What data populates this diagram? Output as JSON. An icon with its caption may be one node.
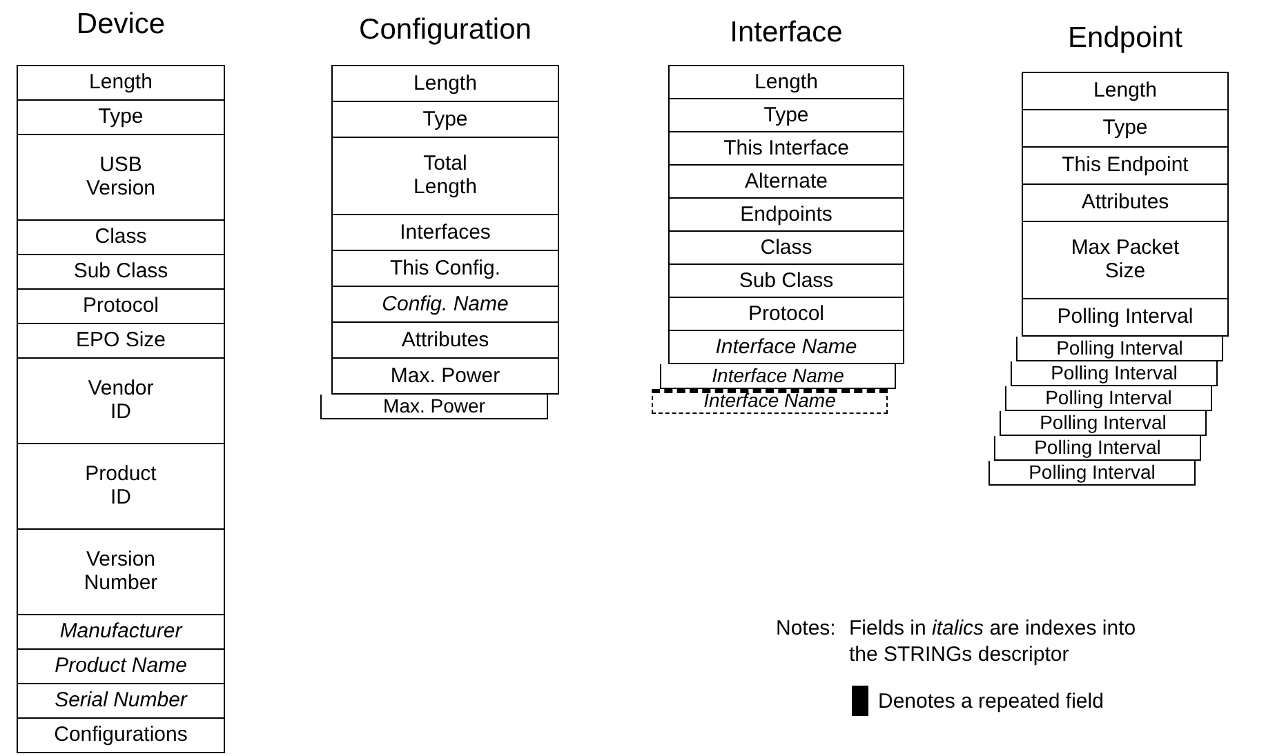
{
  "diagram": {
    "nodes": [
      {
        "text": [
          "Device"
        ]
      },
      {
        "text": [
          "Length"
        ],
        "in": 0
      },
      {
        "text": [
          "Type"
        ],
        "in": 0
      },
      {
        "text": [
          "USB Version"
        ],
        "in": 0
      },
      {
        "text": [
          "Class"
        ],
        "in": 0
      },
      {
        "text": [
          "Sub Class"
        ],
        "in": 0
      },
      {
        "text": [
          "Protocol"
        ],
        "in": 0
      },
      {
        "text": [
          "EPO Size"
        ],
        "in": 0
      },
      {
        "text": [
          "Vendor ID"
        ],
        "in": 0
      },
      {
        "text": [
          "Product ID"
        ],
        "in": 0
      },
      {
        "text": [
          "Version Number"
        ],
        "in": 0
      },
      {
        "text": [
          "Manufacturer"
        ],
        "in": 0
      },
      {
        "text": [
          "Product Name"
        ],
        "in": 0
      },
      {
        "text": [
          "Serial Number"
        ],
        "in": 0
      },
      {
        "text": [
          "Configurations"
        ],
        "in": 0
      },
      {
        "text": [
          "Configuration"
        ]
      },
      {
        "text": [
          "Length"
        ],
        "in": 15
      },
      {
        "text": [
          "Type"
        ],
        "in": 15
      },
      {
        "text": [
          "Total Length"
        ],
        "in": 15
      },
      {
        "text": [
          "Interfaces"
        ],
        "in": 15
      },
      {
        "text": [
          "This Config."
        ],
        "in": 15
      },
      {
        "text": [
          "Config. Name"
        ],
        "in": 15
      },
      {
        "text": [
          "Attributes"
        ],
        "in": 15
      },
      {
        "text": [
          "Max. Power"
        ],
        "in": 15
      },
      {
        "text": [
          "Max. Power"
        ]
      },
      {
        "text": [
          "Interface"
        ]
      },
      {
        "text": [
          "Length"
        ],
        "in": 25
      },
      {
        "text": [
          "Type"
        ],
        "in": 25
      },
      {
        "text": [
          "This Interface"
        ],
        "in": 25
      },
      {
        "text": [
          "Alternate"
        ],
        "in": 25
      },
      {
        "text": [
          "Endpoints"
        ],
        "in": 25
      },
      {
        "text": [
          "Class"
        ],
        "in": 25
      },
      {
        "text": [
          "Sub Class"
        ],
        "in": 25
      },
      {
        "text": [
          "Protocol"
        ],
        "in": 25
      },
      {
        "text": [
          "Interface Name"
        ],
        "in": 25
      },
      {
        "text": [
          "Interface Name"
        ]
      },
      {
        "text": [
          "Interface Name"
        ]
      },
      {
        "text": [
          "Endpoint"
        ]
      },
      {
        "text": [
          "Length"
        ],
        "in": 37
      },
      {
        "text": [
          "Type"
        ],
        "in": 37
      },
      {
        "text": [
          "This Endpoint"
        ],
        "in": 37
      },
      {
        "text": [
          "Attributes"
        ],
        "in": 37
      },
      {
        "text": [
          "Max Packet Size"
        ],
        "in": 37
      },
      {
        "text": [
          "Polling Interval"
        ],
        "in": 37
      },
      {
        "text": [
          "Polling Interval"
        ]
      },
      {
        "text": [
          "Polling Interval"
        ]
      },
      {
        "text": [
          "Polling Interval"
        ]
      },
      {
        "text": [
          "Polling Interval"
        ]
      },
      {
        "text": [
          "Polling Interval"
        ]
      },
      {
        "text": [
          "Polling Interval"
        ]
      }
    ],
    "edges": [],
    "labels": [
      "Notes:",
      "Fields in *italics* are indexes into the STRINGs descriptor"
    ],
    "legend": [
      {
        "text": "Denotes a repeated field",
        "color": "#000000"
      }
    ]
  }
}
